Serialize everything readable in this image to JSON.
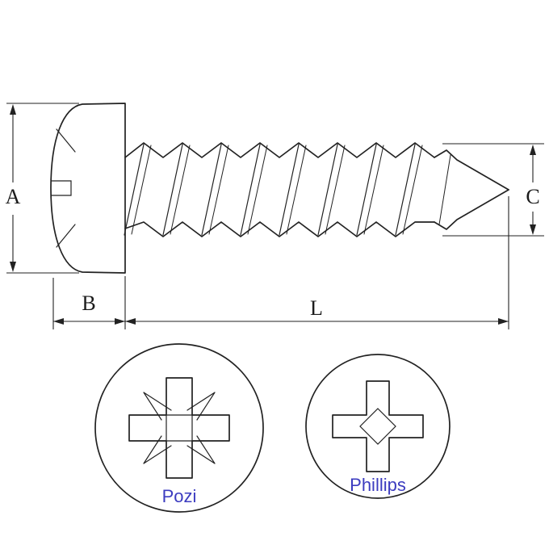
{
  "diagram": {
    "dimension_labels": {
      "a": "A",
      "b": "B",
      "c": "C",
      "l": "L"
    },
    "drive_types": [
      {
        "label": "Pozi"
      },
      {
        "label": "Phillips"
      }
    ],
    "colors": {
      "line": "#222222",
      "drive_label": "#3c3cc0",
      "background": "#ffffff"
    }
  }
}
